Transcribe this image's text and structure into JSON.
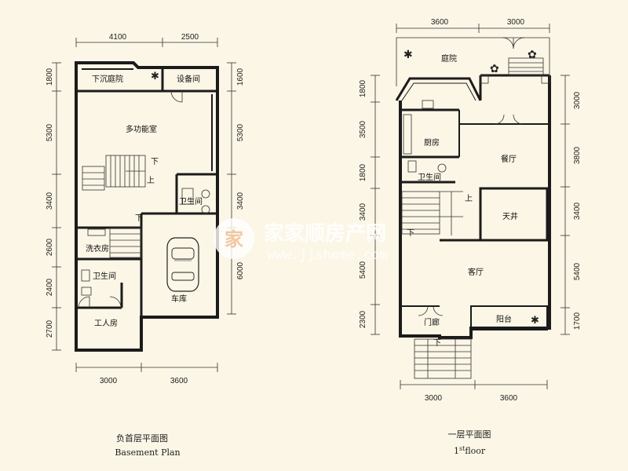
{
  "basement": {
    "caption_cn": "负首层平面图",
    "caption_en": "Basement Plan",
    "dims_top": [
      "4100",
      "2500"
    ],
    "dims_bottom": [
      "3000",
      "3600"
    ],
    "dims_left": [
      "1800",
      "5300",
      "3400",
      "2600",
      "2400",
      "2700"
    ],
    "dims_right": [
      "1600",
      "5300",
      "3400",
      "6000"
    ],
    "rooms": {
      "sunken_court": "下沉庭院",
      "equipment": "设备间",
      "multi": "多功能室",
      "bath": "卫生间",
      "laundry": "洗衣房",
      "bath2": "卫生间",
      "garage": "车库",
      "staff": "工人房"
    },
    "stair_down": "下",
    "stair_up": "上",
    "stair_down2": "下"
  },
  "first": {
    "caption_cn": "一层平面图",
    "caption_en_main": "1",
    "caption_en_sup": "st",
    "caption_en_tail": "floor",
    "dims_top": [
      "3600",
      "3000"
    ],
    "dims_bottom": [
      "3000",
      "3600"
    ],
    "dims_left": [
      "1800",
      "3500",
      "1800",
      "3400",
      "5400",
      "2300"
    ],
    "dims_right": [
      "3000",
      "3800",
      "3400",
      "5400",
      "1700"
    ],
    "rooms": {
      "courtyard": "庭院",
      "kitchen": "厨房",
      "dining": "餐厅",
      "bath": "卫生间",
      "atrium": "天井",
      "living": "客厅",
      "porch": "门廊",
      "balcony": "阳台"
    },
    "stair_up": "上",
    "stair_down": "下",
    "stair_down2": "下"
  },
  "watermark": {
    "brand": "家家顺房产网",
    "url": "www.jjshome.com",
    "logo_text": "家"
  }
}
